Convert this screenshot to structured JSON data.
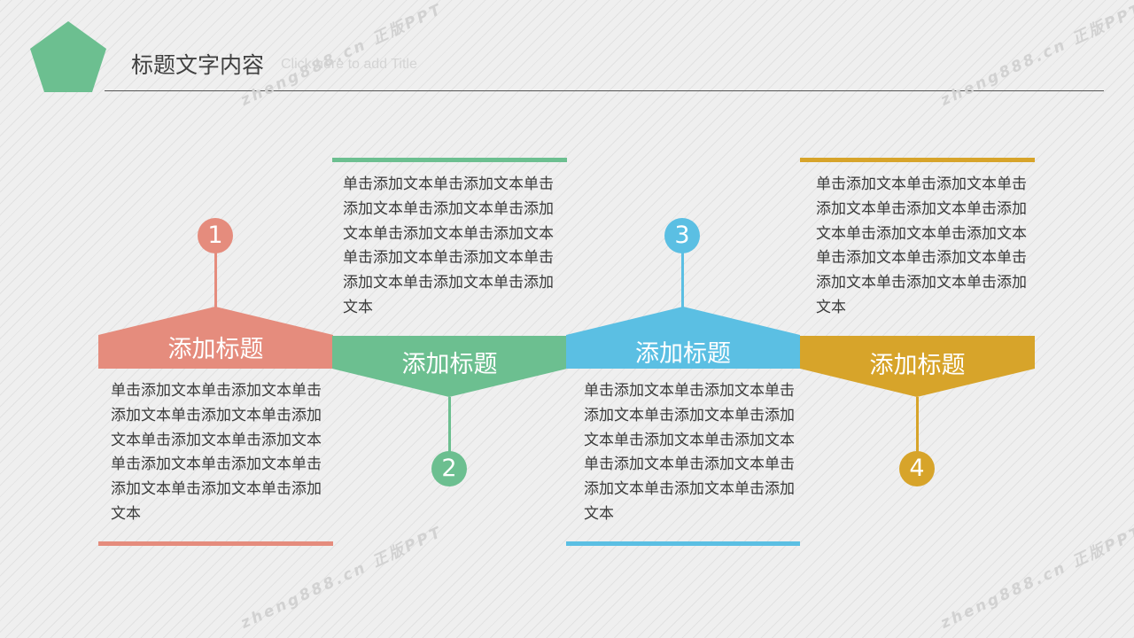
{
  "header": {
    "title": "标题文字内容",
    "placeholder": "Click here to add Title"
  },
  "watermark": "zheng888.cn 正版PPT",
  "colors": {
    "coral": "#e58c7d",
    "green": "#6cbf90",
    "blue": "#5bbfe3",
    "gold": "#d7a42a"
  },
  "steps": [
    {
      "number": "1",
      "label": "添加标题",
      "text": "单击添加文本单击添加文本单击添加文本单击添加文本单击添加文本单击添加文本单击添加文本单击添加文本单击添加文本单击添加文本单击添加文本单击添加文本"
    },
    {
      "number": "2",
      "label": "添加标题",
      "text": "单击添加文本单击添加文本单击添加文本单击添加文本单击添加文本单击添加文本单击添加文本单击添加文本单击添加文本单击添加文本单击添加文本单击添加文本"
    },
    {
      "number": "3",
      "label": "添加标题",
      "text": "单击添加文本单击添加文本单击添加文本单击添加文本单击添加文本单击添加文本单击添加文本单击添加文本单击添加文本单击添加文本单击添加文本单击添加文本"
    },
    {
      "number": "4",
      "label": "添加标题",
      "text": "单击添加文本单击添加文本单击添加文本单击添加文本单击添加文本单击添加文本单击添加文本单击添加文本单击添加文本单击添加文本单击添加文本单击添加文本"
    }
  ]
}
